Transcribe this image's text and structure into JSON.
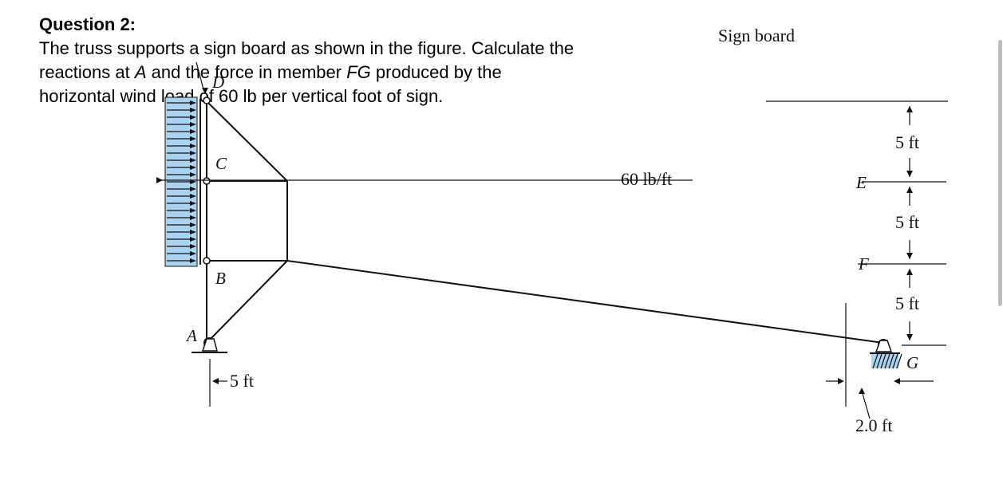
{
  "question": {
    "title": "Question 2:",
    "segments": [
      {
        "text": "The truss supports a sign board as shown in the figure. Calculate the reactions at ",
        "italic": false
      },
      {
        "text": "A",
        "italic": true
      },
      {
        "text": " and the force in member ",
        "italic": false
      },
      {
        "text": "FG",
        "italic": true
      },
      {
        "text": " produced by the horizontal wind load of 60 lb per vertical foot of sign.",
        "italic": false
      }
    ]
  },
  "figure": {
    "sign_label": "Sign board",
    "load_label": "60 lb/ft",
    "points": {
      "A": "A",
      "B": "B",
      "C": "C",
      "D": "D",
      "E": "E",
      "F": "F",
      "G": "G"
    },
    "dim_vertical": [
      "5 ft",
      "5 ft",
      "5 ft"
    ],
    "dim_horizontal": "5 ft",
    "dim_offset": "2.0 ft",
    "colors": {
      "sign_fill": "#a9d3ee",
      "line": "#111111"
    }
  }
}
